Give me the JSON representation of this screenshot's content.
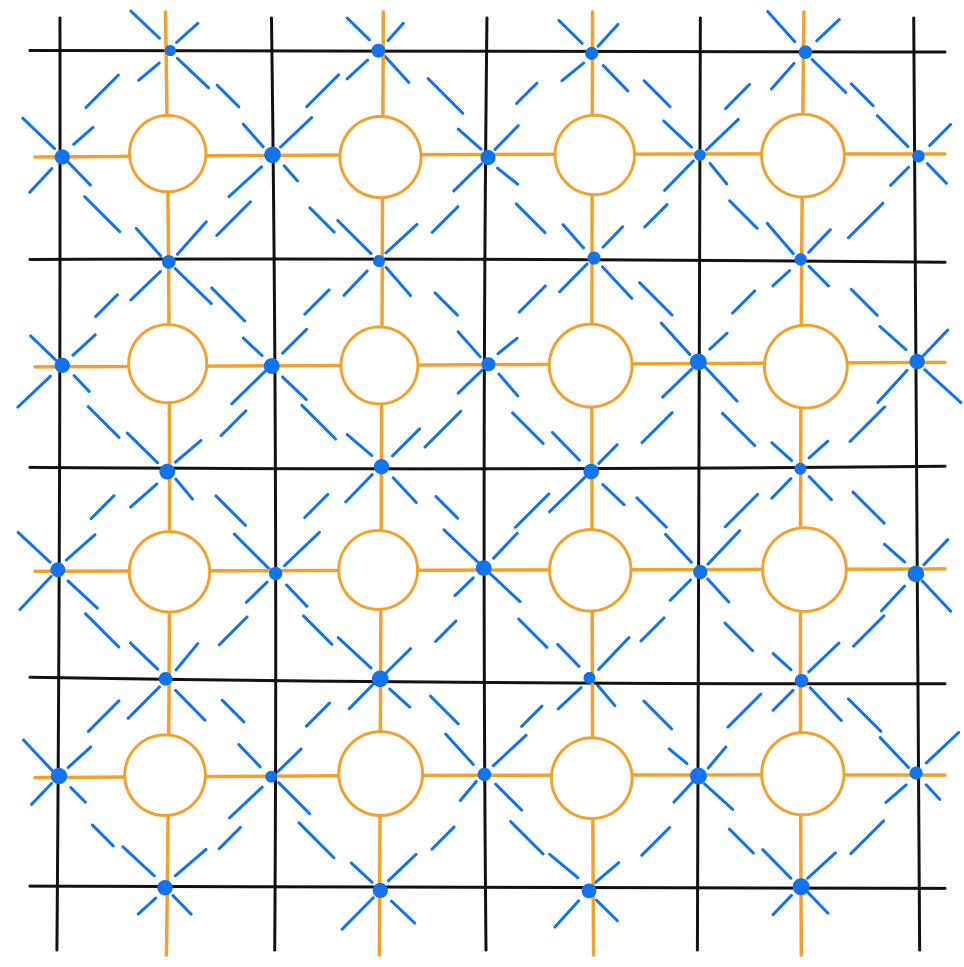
{
  "diagram": {
    "grid_lines": {
      "rows": 5,
      "cols": 5
    },
    "rings": {
      "rows": 4,
      "cols": 4
    },
    "colors": {
      "grid": "#111111",
      "ring": "#F2A12E",
      "link": "#F2A12E",
      "node": "#1273EB",
      "dash": "#1273EB",
      "background": "#FFFFFF"
    }
  }
}
